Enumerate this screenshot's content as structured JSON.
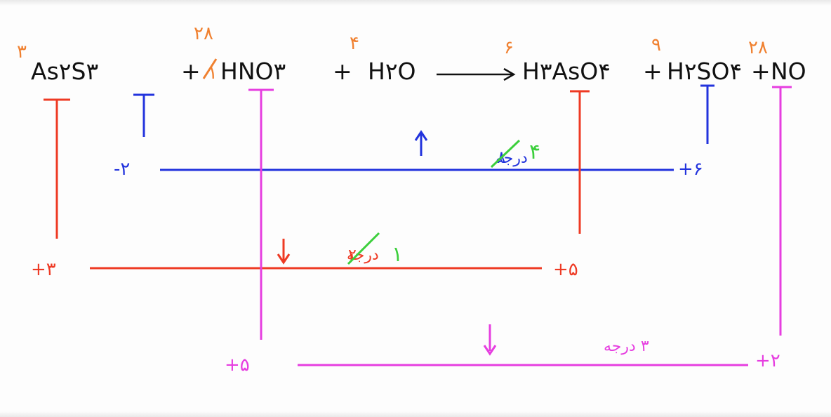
{
  "colors": {
    "ink": "#111111",
    "coef": "#f0802f",
    "arsenic": "#ee3a24",
    "sulfur": "#2233dd",
    "nitrogen": "#e63ee0",
    "fix": "#3ccf3c",
    "background": "#fdfdfd"
  },
  "equation": {
    "reactant1": "As۲S۳",
    "plus1": "+",
    "reactant2": "HNO۳",
    "plus2": "+",
    "reactant3": "H۲O",
    "arrow": "⟶",
    "product1": "H۳AsO۴",
    "plus3": "+",
    "product2": "H۲SO۴",
    "plus4": "+",
    "product3": "NO"
  },
  "coefficients": {
    "as2s3": "۳",
    "hno3_old": "۱",
    "hno3": "۲۸",
    "h2o": "۴",
    "h3aso4": "۶",
    "h2so4": "۹",
    "no": "۲۸"
  },
  "sulfur_change": {
    "from": "-۲",
    "to": "+۶",
    "text": "درجه",
    "old_value": "۸",
    "new_value": "۴",
    "direction": "up"
  },
  "arsenic_change": {
    "from": "+۳",
    "to": "+۵",
    "text": "درجه",
    "old_value": "۲",
    "new_value": "۱",
    "direction": "down"
  },
  "nitrogen_change": {
    "from": "+۵",
    "to": "+۲",
    "text": "۳ درجه",
    "direction": "down"
  }
}
